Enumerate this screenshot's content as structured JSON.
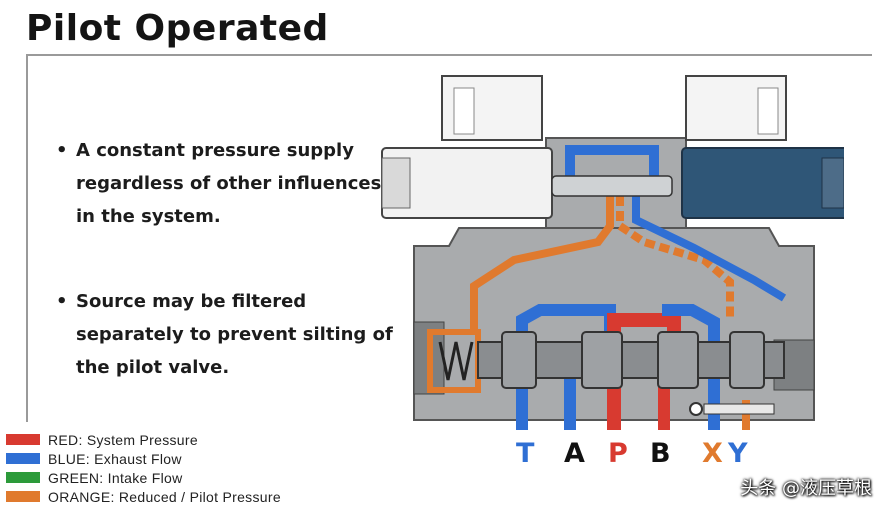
{
  "title": "Pilot Operated",
  "bullets": [
    {
      "marker": "•",
      "text": "A constant pressure supply regardless of other influences in the system."
    },
    {
      "marker": "•",
      "text": "Source may be filtered separately to prevent silting of the pilot valve."
    }
  ],
  "legend": [
    {
      "label": "RED: System Pressure",
      "color": "#d83a30"
    },
    {
      "label": "BLUE: Exhaust Flow",
      "color": "#2f6fd4"
    },
    {
      "label": "GREEN: Intake Flow",
      "color": "#2c9a3a"
    },
    {
      "label": "ORANGE: Reduced / Pilot Pressure",
      "color": "#e07a2e"
    }
  ],
  "ports": [
    {
      "label": "T",
      "color": "#2f6fd4"
    },
    {
      "label": "A",
      "color": "#111111"
    },
    {
      "label": "P",
      "color": "#d83a30"
    },
    {
      "label": "B",
      "color": "#111111"
    },
    {
      "label": "X",
      "color": "#e07a2e"
    },
    {
      "label": "Y",
      "color": "#2f6fd4"
    }
  ],
  "watermark": "头条 @液压草根",
  "colors": {
    "pressure": "#d83a30",
    "exhaust": "#2f6fd4",
    "pilot": "#e07a2e",
    "body": "#a9abad",
    "body_dark": "#7d8082",
    "solenoid_right": "#2f5677",
    "spool": "#8a8d90"
  }
}
